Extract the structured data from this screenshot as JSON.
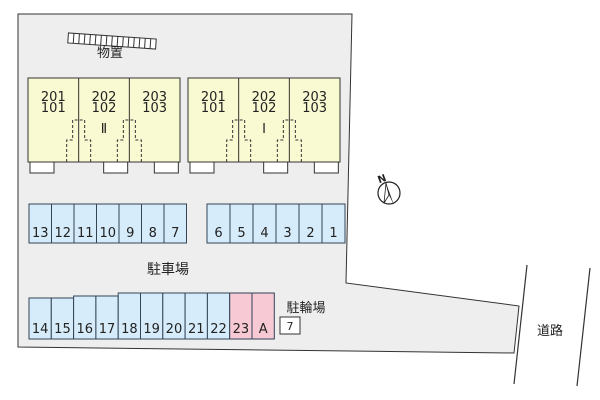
{
  "labels": {
    "storage": "物置",
    "parking": "駐車場",
    "bicycle_parking": "駐輪場",
    "road": "道路",
    "bicycle_number": "7",
    "north": "N"
  },
  "buildings": [
    {
      "name": "Ⅱ",
      "units": [
        {
          "upper": "201",
          "lower": "101"
        },
        {
          "upper": "202",
          "lower": "102"
        },
        {
          "upper": "203",
          "lower": "103"
        }
      ]
    },
    {
      "name": "Ⅰ",
      "units": [
        {
          "upper": "201",
          "lower": "101"
        },
        {
          "upper": "202",
          "lower": "102"
        },
        {
          "upper": "203",
          "lower": "103"
        }
      ]
    }
  ],
  "parking_rows": {
    "middle_left": [
      "13",
      "12",
      "11",
      "10",
      "9",
      "8",
      "7"
    ],
    "middle_right": [
      "6",
      "5",
      "4",
      "3",
      "2",
      "1"
    ],
    "bottom": [
      "14",
      "15",
      "16",
      "17",
      "18",
      "19",
      "20",
      "21",
      "22",
      "23",
      "A"
    ]
  },
  "highlighted_spaces": [
    "23",
    "A"
  ],
  "colors": {
    "lot": "#eeeeee",
    "building": "#fafad2",
    "parking_space": "#d6ecfa",
    "highlight_space": "#f6c9d4"
  }
}
